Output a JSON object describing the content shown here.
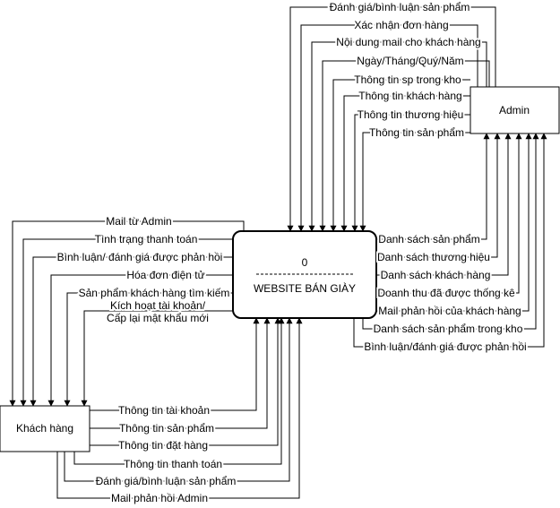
{
  "entities": {
    "admin": "Admin",
    "customer": "Khách hàng",
    "process_number": "0",
    "process_name": "WEBSITE BÁN GIÀY"
  },
  "flows": {
    "website_to_admin": [
      "Đánh giá/bình luận sản phẩm",
      "Xác nhận đơn hàng",
      "Nội dung mail cho khách hàng",
      "Ngày/Tháng/Quý/Năm",
      "Thông tin sp trong kho",
      "Thông tin khách hàng",
      "Thông tin thương hiệu",
      "Thông tin sản phẩm"
    ],
    "admin_to_website": [
      "Danh sách sản phẩm",
      "Danh sách thương hiệu",
      "Danh sách khách hàng",
      "Doanh thu đã được thống kê",
      "Mail phản hồi của khách hàng",
      "Danh sách sản phẩm trong kho",
      "Bình luận/đánh giá được phản hồi"
    ],
    "website_to_customer": [
      "Mail từ Admin",
      "Tình trạng thanh toán",
      "Bình luận/ đánh giá được phản hồi",
      "Hóa đơn điện tử",
      "Sản phẩm khách hàng tìm kiếm",
      "Kích hoạt tài khoản/",
      "Cấp lại mật khẩu mới"
    ],
    "customer_to_website": [
      "Thông tin tài khoản",
      "Thông tin sản phẩm",
      "Thông tin đặt hàng",
      "Thông tin thanh toán",
      "Đánh giá/bình luận sản phẩm",
      "Mail phản hồi Admin"
    ]
  }
}
